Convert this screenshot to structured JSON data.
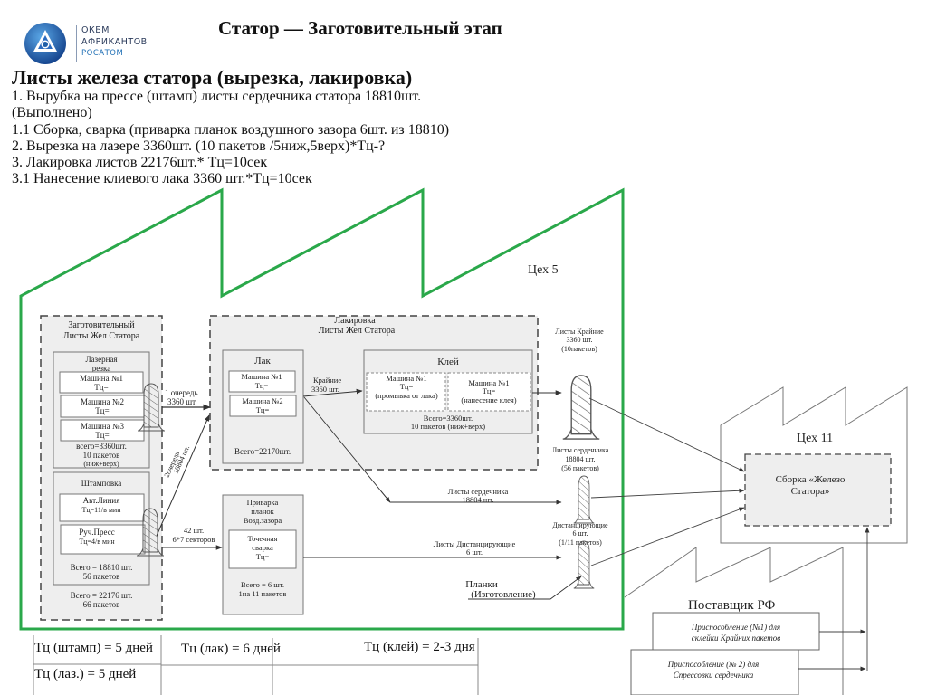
{
  "logo": {
    "line1": "ОКБМ",
    "line2": "АФРИКАНТОВ",
    "line3": "РОСАТОМ",
    "brand_color": "#1f5fa8"
  },
  "header": {
    "title": "Статор — Заготовительный этап"
  },
  "section": {
    "heading": "Листы железа статора (вырезка, лакировка)",
    "notes": [
      "1. Вырубка на прессе (штамп) листы сердечника статора 18810шт.",
      "(Выполнено)",
      "1.1 Сборка, сварка (приварка планок воздушного зазора 6шт. из 18810)",
      "2. Вырезка на лазере 3360шт. (10 пакетов /5ниж,5верх)*Тц-?",
      "3. Лакировка листов 22176шт.* Тц=10сек",
      "3.1 Нанесение клиевого лака 3360 шт.*Тц=10сек"
    ]
  },
  "colors": {
    "workshop5_outline": "#2aa84a",
    "box_fill": "#eeeeee",
    "line": "#555555"
  },
  "diagram": {
    "workshop5": {
      "label": "Цех 5"
    },
    "workshop11": {
      "label": "Цех 11"
    },
    "supplier": {
      "label": "Поставщик РФ"
    },
    "zagotovitelny": {
      "title1": "Заготовительный",
      "title2": "Листы Жел Статора",
      "laser": {
        "title1": "Лазерная",
        "title2": "резка",
        "machines": [
          {
            "name": "Машина №1",
            "tc": "Тц="
          },
          {
            "name": "Машина №2",
            "tc": "Тц="
          },
          {
            "name": "Машина №3",
            "tc": "Тц="
          }
        ],
        "total1": "всего=3360шт.",
        "total2": "10 пакетов",
        "total3": "(ниж+верх)"
      },
      "stamping": {
        "title": "Штамповка",
        "auto_line1": "Авт.Линия",
        "auto_line2": "Тц=11/в мин",
        "manual1": "Руч.Пресс",
        "manual2": "Тц=4/в мин",
        "total1": "Всего = 18810 шт.",
        "total2": "56 пакетов"
      },
      "total1": "Всего = 22176 шт.",
      "total2": "66 пакетов"
    },
    "arrows": {
      "queue1_line1": "1 очередь",
      "queue1_line2": "3360 шт.",
      "queue2_line1": "2очередь",
      "queue2_line2": "18804 шт.",
      "sectors_line1": "42 шт.",
      "sectors_line2": "6*7 секторов",
      "edge_line1": "Крайние",
      "edge_line2": "3360 шт.",
      "core_line1": "Листы сердечника",
      "core_line2": "18804 шт.",
      "spacer_line1": "Листы Дистанцирующие",
      "spacer_line2": "6 шт.",
      "bars_line1": "Планки",
      "bars_line2": "(Изготовление)"
    },
    "lakirovka": {
      "title1": "Лакировка",
      "title2": "Листы Жел Статора",
      "lak": {
        "title": "Лак",
        "machines": [
          {
            "name": "Машина №1",
            "tc": "Тц="
          },
          {
            "name": "Машина №2",
            "tc": "Тц="
          }
        ],
        "total": "Всего=22170шт."
      },
      "glue": {
        "title": "Клей",
        "m1_name": "Машина №1",
        "m1_tc": "Тц=",
        "m1_note": "(промывка от лака)",
        "m2_name": "Машина №1",
        "m2_tc": "Тц=",
        "m2_note": "(нанесение клея)",
        "total1": "Всего=3360шт.",
        "total2": "10 пакетов (ниж+верх)"
      }
    },
    "welding": {
      "title1": "Приварка",
      "title2": "планок",
      "title3": "Возд.зазора",
      "inner1": "Точечная",
      "inner2": "сварка",
      "inner3": "Тц=",
      "total1": "Всего = 6 шт.",
      "total2": "1на 11 пакетов"
    },
    "stacks": {
      "edge1": "Листы Крайние",
      "edge2": "3360 шт.",
      "edge3": "(10пакетов)",
      "core1": "Листы сердечника",
      "core2": "18804 шт.",
      "core3": "(56 пакетов)",
      "spacer1": "Дистанцирующие",
      "spacer2": "6 шт.",
      "spacer3": "(1/11 пакетов)"
    },
    "assembly": {
      "line1": "Сборка «Железо",
      "line2": "Статора»"
    },
    "fixtures": {
      "f1_line1": "Приспособление (№1)  для",
      "f1_line2": "склейки Крайних пакетов",
      "f2_line1": "Приспособление (№ 2)  для",
      "f2_line2": "Спрессовки сердечника"
    }
  },
  "cycle_table": {
    "stamp": "Тц (штамп) = 5 дней",
    "laser": "Тц (лаз.) = 5 дней",
    "lacquer": "Тц (лак) = 6 дней",
    "glue": "Тц (клей) = 2-3 дня"
  }
}
